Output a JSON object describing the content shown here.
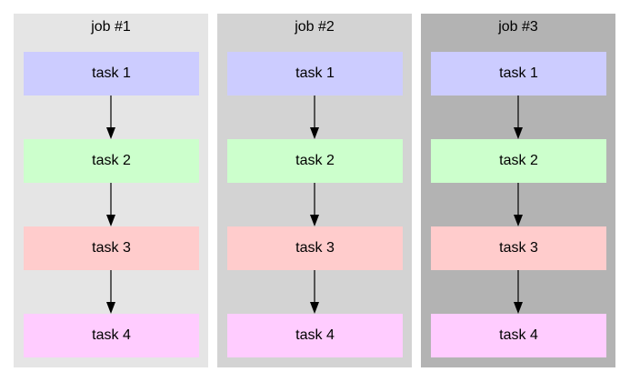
{
  "colors": {
    "task1": "#ccccff",
    "task2": "#ccffcc",
    "task3": "#ffcccc",
    "task4": "#ffccff",
    "job1_bg": "#e5e5e5",
    "job2_bg": "#d3d3d3",
    "job3_bg": "#b3b3b3",
    "arrow": "#000000"
  },
  "jobs": [
    {
      "title": "job #1",
      "tasks": [
        "task 1",
        "task 2",
        "task 3",
        "task 4"
      ]
    },
    {
      "title": "job #2",
      "tasks": [
        "task 1",
        "task 2",
        "task 3",
        "task 4"
      ]
    },
    {
      "title": "job #3",
      "tasks": [
        "task 1",
        "task 2",
        "task 3",
        "task 4"
      ]
    }
  ]
}
